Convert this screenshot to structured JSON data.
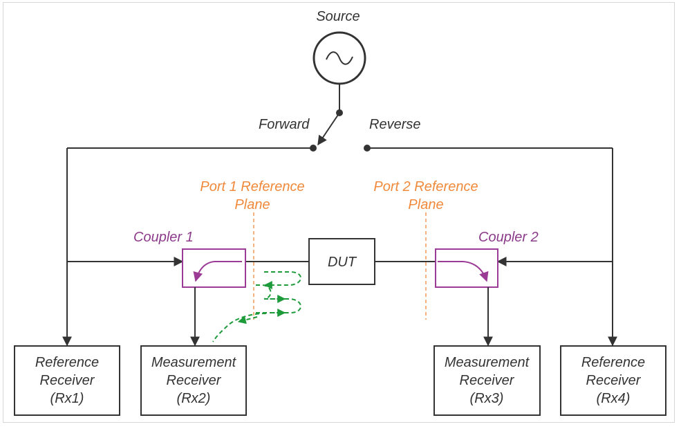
{
  "source": {
    "label": "Source"
  },
  "switch": {
    "forward_label": "Forward",
    "reverse_label": "Reverse"
  },
  "reference_planes": {
    "port1": {
      "line1": "Port 1 Reference",
      "line2": "Plane"
    },
    "port2": {
      "line1": "Port 2 Reference",
      "line2": "Plane"
    }
  },
  "couplers": {
    "coupler1": "Coupler 1",
    "coupler2": "Coupler 2"
  },
  "dut": {
    "label": "DUT"
  },
  "receivers": [
    {
      "line1": "Reference",
      "line2": "Receiver",
      "line3": "(Rx1)"
    },
    {
      "line1": "Measurement",
      "line2": "Receiver",
      "line3": "(Rx2)"
    },
    {
      "line1": "Measurement",
      "line2": "Receiver",
      "line3": "(Rx3)"
    },
    {
      "line1": "Reference",
      "line2": "Receiver",
      "line3": "(Rx4)"
    }
  ],
  "colors": {
    "wire": "#333333",
    "reference_plane": "#f0893a",
    "coupler": "#9b3b95",
    "leakage_path": "#1d9a3a"
  }
}
